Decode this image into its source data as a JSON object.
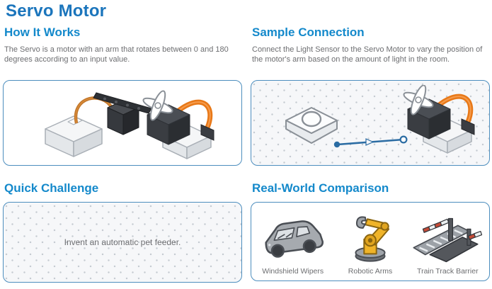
{
  "page": {
    "title": "Servo Motor"
  },
  "colors": {
    "title_blue": "#1B75BC",
    "heading_blue": "#1489CB",
    "body_gray": "#6D6E71",
    "panel_border_blue": "#4D8EBE",
    "cable_orange": "#E87817",
    "cable_brown": "#C0762C",
    "connection_line_blue": "#2B6CA3",
    "robot_yellow": "#F0B429",
    "barrier_red": "#C34A36"
  },
  "sections": {
    "how_it_works": {
      "heading": "How It Works",
      "body": "The Servo is a motor with an arm that rotates between 0 and 180 degrees according to an input value.",
      "illustration_icon": "servo-motor-assemblies-illustration"
    },
    "sample_connection": {
      "heading": "Sample Connection",
      "body": "Connect the Light Sensor to the Servo Motor to vary the position of the motor's arm based on the amount of light in the room.",
      "illustration_icon": "light-sensor-to-servo-connection-illustration"
    },
    "quick_challenge": {
      "heading": "Quick Challenge",
      "body": "Invent an automatic pet feeder."
    },
    "real_world": {
      "heading": "Real-World Comparison",
      "items": [
        {
          "label": "Windshield Wipers",
          "icon": "car-icon"
        },
        {
          "label": "Robotic Arms",
          "icon": "robot-arm-icon"
        },
        {
          "label": "Train Track Barrier",
          "icon": "train-crossing-icon"
        }
      ]
    }
  }
}
